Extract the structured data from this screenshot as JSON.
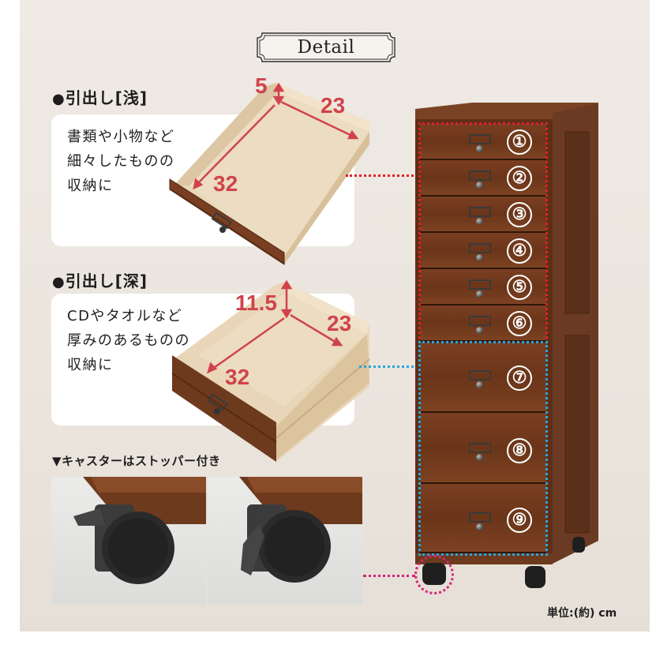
{
  "header": {
    "title": "Detail"
  },
  "shallow_drawer": {
    "heading_bullet": "●",
    "heading": "引出し[浅]",
    "description_lines": [
      "書類や小物など",
      "細々したものの",
      "収納に"
    ],
    "dimensions": {
      "height": "5",
      "width": "23",
      "depth": "32"
    }
  },
  "deep_drawer": {
    "heading_bullet": "●",
    "heading": "引出し[深]",
    "description_lines": [
      "CDやタオルなど",
      "厚みのあるものの",
      "収納に"
    ],
    "dimensions": {
      "height": "11.5",
      "width": "23",
      "depth": "32"
    }
  },
  "casters": {
    "heading": "▼キャスターはストッパー付き"
  },
  "cabinet": {
    "drawers": [
      {
        "label": "①",
        "type": "shallow"
      },
      {
        "label": "②",
        "type": "shallow"
      },
      {
        "label": "③",
        "type": "shallow"
      },
      {
        "label": "④",
        "type": "shallow"
      },
      {
        "label": "⑤",
        "type": "shallow"
      },
      {
        "label": "⑥",
        "type": "shallow"
      },
      {
        "label": "⑦",
        "type": "deep"
      },
      {
        "label": "⑧",
        "type": "deep"
      },
      {
        "label": "⑨",
        "type": "deep"
      }
    ],
    "highlight_colors": {
      "shallow": "#e0202a",
      "deep": "#2aa6dc",
      "caster": "#d6247a"
    }
  },
  "footer": {
    "unit_note": "単位:(約) cm"
  },
  "colors": {
    "dimension_text": "#d0434b",
    "panel_bg": "#ece6df",
    "wood_dark": "#6b3519",
    "wood_light": "#ecd9bd"
  }
}
